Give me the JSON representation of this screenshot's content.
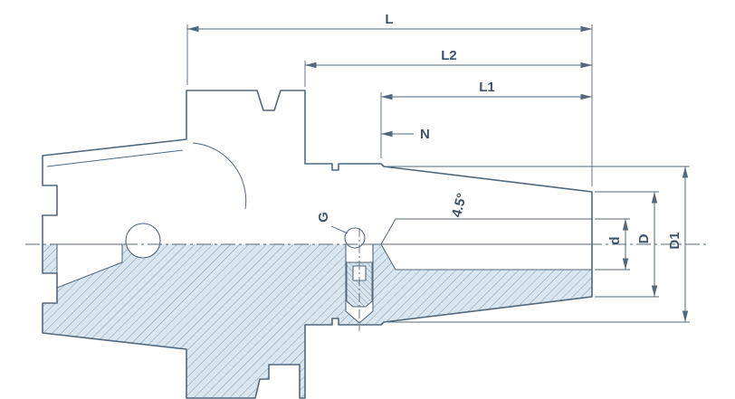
{
  "drawing": {
    "colors": {
      "line": "#53687b",
      "text": "#3f5468",
      "section_fill": "#d9e5ef",
      "hatch": "#7e95a9",
      "background": "#ffffff"
    },
    "labels": {
      "L": "L",
      "L2": "L2",
      "L1": "L1",
      "N": "N",
      "G": "G",
      "taper_angle": "4.5°",
      "d": "d",
      "D": "D",
      "D1": "D1"
    }
  }
}
